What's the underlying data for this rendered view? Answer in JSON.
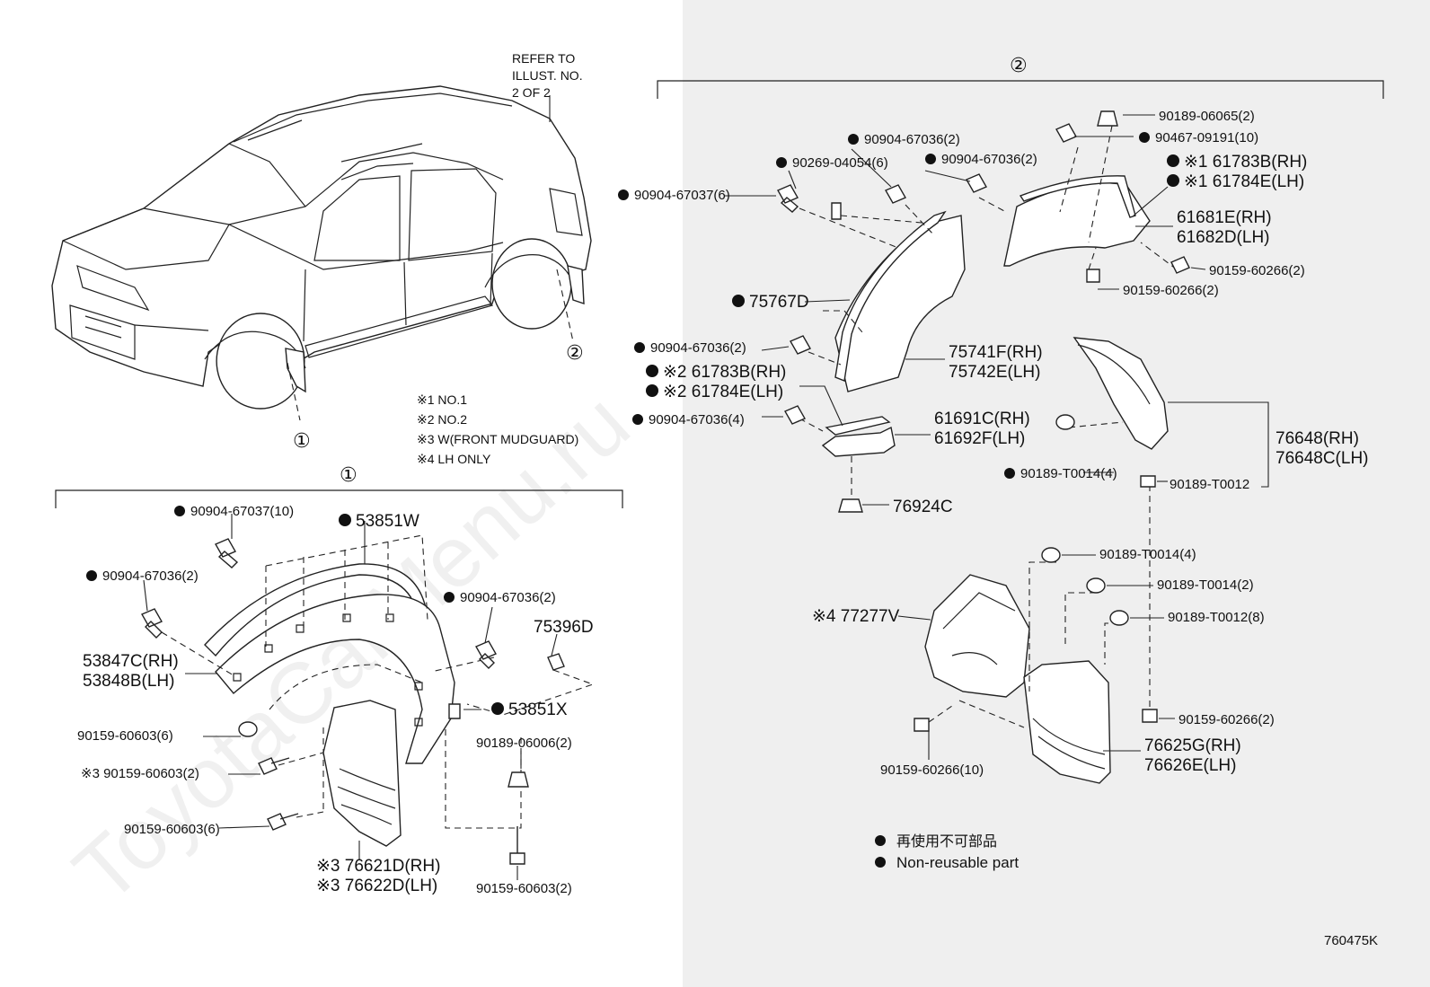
{
  "watermark": "ToyotaCarMenu.ru",
  "refer_note": [
    "REFER TO",
    "ILLUST. NO.",
    "2 OF 2"
  ],
  "callouts": {
    "c1": "①",
    "c2": "②"
  },
  "notes": [
    "※1 NO.1",
    "※2 NO.2",
    "※3 W(FRONT MUDGUARD)",
    "※4 LH ONLY"
  ],
  "legend": {
    "jp": "再使用不可部品",
    "en": "Non-reusable part"
  },
  "illustration_id": "760475K",
  "section1": {
    "labels": [
      {
        "id": "s1_67037",
        "text": "90904-67037(10)",
        "dot": true,
        "big": false
      },
      {
        "id": "s1_53851w",
        "text": "53851W",
        "dot": true,
        "big": true
      },
      {
        "id": "s1_67036a",
        "text": "90904-67036(2)",
        "dot": true,
        "big": false
      },
      {
        "id": "s1_67036b",
        "text": "90904-67036(2)",
        "dot": true,
        "big": false
      },
      {
        "id": "s1_75396d",
        "text": "75396D",
        "dot": false,
        "big": true
      },
      {
        "id": "s1_53847c",
        "text": "53847C(RH)",
        "dot": false,
        "big": true
      },
      {
        "id": "s1_53848b",
        "text": "53848B(LH)",
        "dot": false,
        "big": true
      },
      {
        "id": "s1_53851x",
        "text": "53851X",
        "dot": true,
        "big": true
      },
      {
        "id": "s1_60603a",
        "text": "90159-60603(6)",
        "dot": false,
        "big": false
      },
      {
        "id": "s1_60603b",
        "text": "※3 90159-60603(2)",
        "dot": false,
        "big": false
      },
      {
        "id": "s1_06006",
        "text": "90189-06006(2)",
        "dot": false,
        "big": false
      },
      {
        "id": "s1_60603c",
        "text": "90159-60603(6)",
        "dot": false,
        "big": false
      },
      {
        "id": "s1_76621d",
        "text": "※3 76621D(RH)",
        "dot": false,
        "big": true
      },
      {
        "id": "s1_76622d",
        "text": "※3 76622D(LH)",
        "dot": false,
        "big": true
      },
      {
        "id": "s1_60603d",
        "text": "90159-60603(2)",
        "dot": false,
        "big": false
      }
    ]
  },
  "section2": {
    "labels": [
      {
        "id": "s2_06065",
        "text": "90189-06065(2)",
        "dot": false,
        "big": false
      },
      {
        "id": "s2_09191",
        "text": "90467-09191(10)",
        "dot": true,
        "big": false
      },
      {
        "id": "s2_67036a",
        "text": "90904-67036(2)",
        "dot": true,
        "big": false
      },
      {
        "id": "s2_04054",
        "text": "90269-04054(6)",
        "dot": true,
        "big": false
      },
      {
        "id": "s2_67036b",
        "text": "90904-67036(2)",
        "dot": true,
        "big": false
      },
      {
        "id": "s2_67037",
        "text": "90904-67037(6)",
        "dot": true,
        "big": false
      },
      {
        "id": "s2_61783b1",
        "text": "※1 61783B(RH)",
        "dot": true,
        "big": true
      },
      {
        "id": "s2_61784e1",
        "text": "※1 61784E(LH)",
        "dot": true,
        "big": true
      },
      {
        "id": "s2_61681e",
        "text": "61681E(RH)",
        "dot": false,
        "big": true
      },
      {
        "id": "s2_61682d",
        "text": "61682D(LH)",
        "dot": false,
        "big": true
      },
      {
        "id": "s2_60266a",
        "text": "90159-60266(2)",
        "dot": false,
        "big": false
      },
      {
        "id": "s2_60266b",
        "text": "90159-60266(2)",
        "dot": false,
        "big": false
      },
      {
        "id": "s2_75767d",
        "text": "75767D",
        "dot": true,
        "big": true
      },
      {
        "id": "s2_67036c",
        "text": "90904-67036(2)",
        "dot": true,
        "big": false
      },
      {
        "id": "s2_75741f",
        "text": "75741F(RH)",
        "dot": false,
        "big": true
      },
      {
        "id": "s2_75742e",
        "text": "75742E(LH)",
        "dot": false,
        "big": true
      },
      {
        "id": "s2_61783b2",
        "text": "※2 61783B(RH)",
        "dot": true,
        "big": true
      },
      {
        "id": "s2_61784e2",
        "text": "※2 61784E(LH)",
        "dot": true,
        "big": true
      },
      {
        "id": "s2_67036d",
        "text": "90904-67036(4)",
        "dot": true,
        "big": false
      },
      {
        "id": "s2_61691c",
        "text": "61691C(RH)",
        "dot": false,
        "big": true
      },
      {
        "id": "s2_61692f",
        "text": "61692F(LH)",
        "dot": false,
        "big": true
      },
      {
        "id": "s2_76648",
        "text": "76648(RH)",
        "dot": false,
        "big": true
      },
      {
        "id": "s2_76648c",
        "text": "76648C(LH)",
        "dot": false,
        "big": true
      },
      {
        "id": "s2_t0014a",
        "text": "90189-T0014(4)",
        "dot": true,
        "big": false
      },
      {
        "id": "s2_t0012a",
        "text": "90189-T0012",
        "dot": false,
        "big": false
      },
      {
        "id": "s2_76924c",
        "text": "76924C",
        "dot": false,
        "big": true
      },
      {
        "id": "s2_t0014b",
        "text": "90189-T0014(4)",
        "dot": false,
        "big": false
      },
      {
        "id": "s2_t0014c",
        "text": "90189-T0014(2)",
        "dot": false,
        "big": false
      },
      {
        "id": "s2_77277v",
        "text": "※4 77277V",
        "dot": false,
        "big": true
      },
      {
        "id": "s2_t0012b",
        "text": "90189-T0012(8)",
        "dot": false,
        "big": false
      },
      {
        "id": "s2_60266c",
        "text": "90159-60266(2)",
        "dot": false,
        "big": false
      },
      {
        "id": "s2_76625g",
        "text": "76625G(RH)",
        "dot": false,
        "big": true
      },
      {
        "id": "s2_76626e",
        "text": "76626E(LH)",
        "dot": false,
        "big": true
      },
      {
        "id": "s2_60266d",
        "text": "90159-60266(10)",
        "dot": false,
        "big": false
      }
    ]
  }
}
